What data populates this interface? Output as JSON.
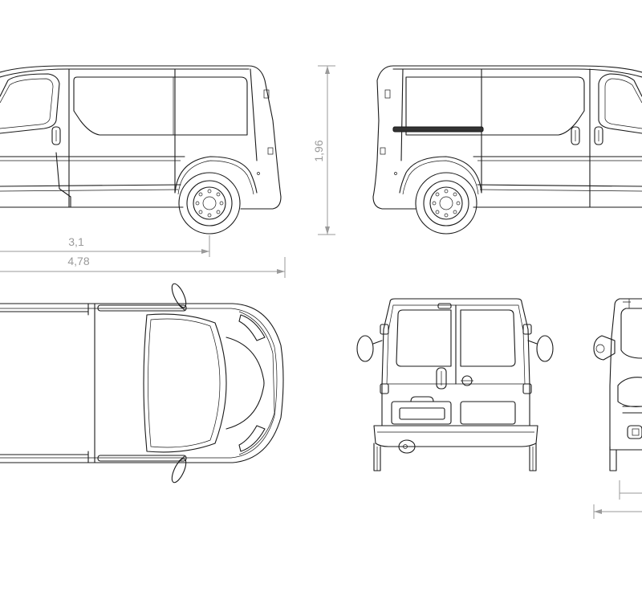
{
  "dimensions": {
    "height": "1,96",
    "wheelbase": "3,1",
    "length": "4,78"
  }
}
